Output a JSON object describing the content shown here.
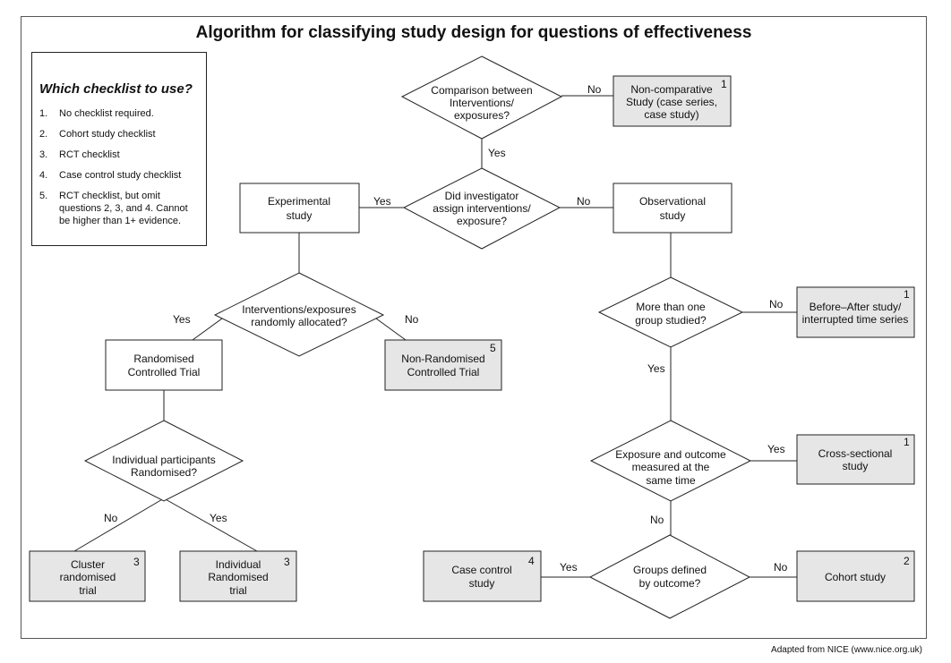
{
  "title": "Algorithm for classifying study design for questions of effectiveness",
  "checklist": {
    "heading": "Which checklist to use?",
    "items": [
      {
        "num": "1.",
        "text": "No checklist required."
      },
      {
        "num": "2.",
        "text": "Cohort study checklist"
      },
      {
        "num": "3.",
        "text": "RCT checklist"
      },
      {
        "num": "4.",
        "text": "Case control study checklist"
      },
      {
        "num": "5.",
        "text": "RCT checklist, but omit questions 2, 3, and 4. Cannot be higher than 1+ evidence."
      }
    ]
  },
  "nodes": {
    "comparison": [
      "Comparison between",
      "Interventions/",
      "exposures?"
    ],
    "non_comparative": {
      "lines": [
        "Non-comparative",
        "Study (case series,",
        "case study)"
      ],
      "checklist": "1"
    },
    "assigned": [
      "Did investigator",
      "assign interventions/",
      "exposure?"
    ],
    "experimental": [
      "Experimental",
      "study"
    ],
    "observational": [
      "Observational",
      "study"
    ],
    "random_alloc": [
      "Interventions/exposures",
      "randomly allocated?"
    ],
    "rct": [
      "Randomised",
      "Controlled Trial"
    ],
    "non_rct": {
      "lines": [
        "Non-Randomised",
        "Controlled Trial"
      ],
      "checklist": "5"
    },
    "individual_rand": [
      "Individual participants",
      "Randomised?"
    ],
    "cluster": {
      "lines": [
        "Cluster",
        "randomised",
        "trial"
      ],
      "checklist": "3"
    },
    "individual_trial": {
      "lines": [
        "Individual",
        "Randomised",
        "trial"
      ],
      "checklist": "3"
    },
    "more_groups": [
      "More than one",
      "group studied?"
    ],
    "before_after": {
      "lines": [
        "Before–After study/",
        "interrupted time series"
      ],
      "checklist": "1"
    },
    "same_time": [
      "Exposure and outcome",
      "measured at the",
      "same time"
    ],
    "cross_sectional": {
      "lines": [
        "Cross-sectional",
        "study"
      ],
      "checklist": "1"
    },
    "by_outcome": [
      "Groups defined",
      "by outcome?"
    ],
    "case_control": {
      "lines": [
        "Case control",
        "study"
      ],
      "checklist": "4"
    },
    "cohort": {
      "lines": [
        "Cohort study"
      ],
      "checklist": "2"
    }
  },
  "edges": {
    "comparison_no": "No",
    "comparison_yes": "Yes",
    "assigned_yes": "Yes",
    "assigned_no": "No",
    "random_yes": "Yes",
    "random_no": "No",
    "indiv_no": "No",
    "indiv_yes": "Yes",
    "groups_no": "No",
    "groups_yes": "Yes",
    "same_yes": "Yes",
    "same_no": "No",
    "outcome_yes": "Yes",
    "outcome_no": "No"
  },
  "credit": "Adapted from NICE (www.nice.org.uk)"
}
